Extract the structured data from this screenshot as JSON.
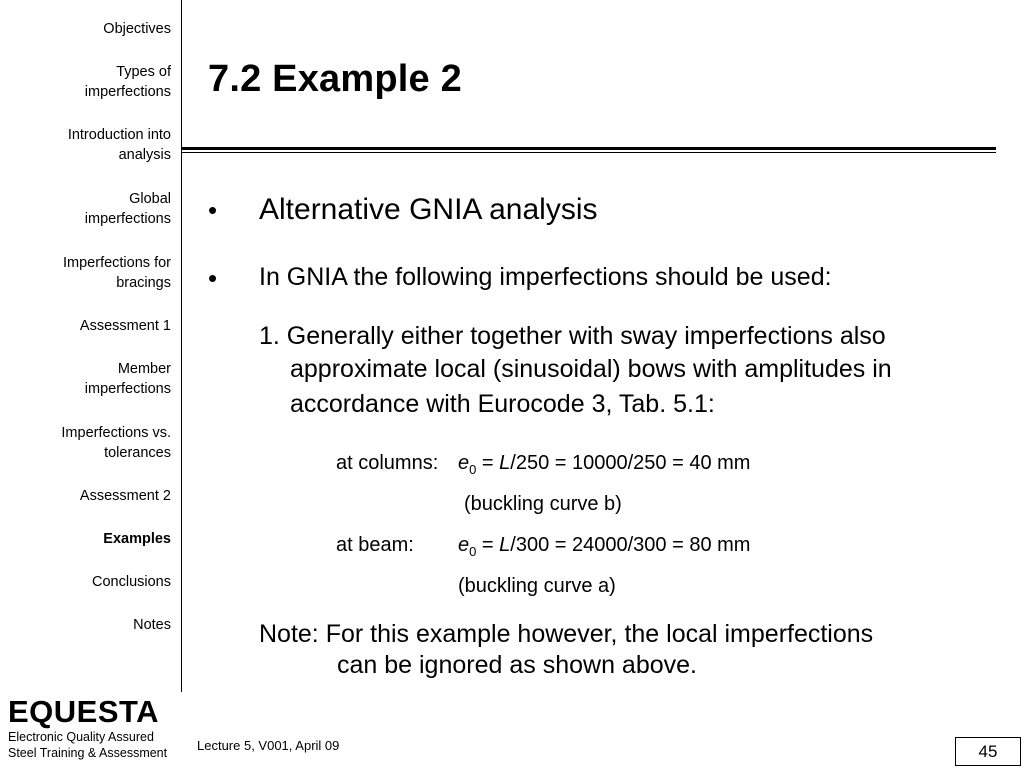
{
  "sidebar": {
    "items": [
      {
        "label_lines": [
          "Objectives"
        ]
      },
      {
        "label_lines": [
          "Types of",
          "imperfections"
        ]
      },
      {
        "label_lines": [
          "Introduction into",
          "analysis"
        ]
      },
      {
        "label_lines": [
          "Global",
          "imperfections"
        ]
      },
      {
        "label_lines": [
          "Imperfections for",
          "bracings"
        ]
      },
      {
        "label_lines": [
          "Assessment 1"
        ]
      },
      {
        "label_lines": [
          "Member",
          "imperfections"
        ]
      },
      {
        "label_lines": [
          "Imperfections vs.",
          "tolerances"
        ]
      },
      {
        "label_lines": [
          "Assessment 2"
        ]
      },
      {
        "label_lines": [
          "Examples"
        ]
      },
      {
        "label_lines": [
          "Conclusions"
        ]
      },
      {
        "label_lines": [
          "Notes"
        ]
      }
    ],
    "active": "Examples"
  },
  "slide": {
    "title": "7.2 Example 2",
    "bullet_char": "•",
    "bullet1": "Alternative GNIA analysis",
    "bullet2": "In GNIA the following imperfections should be used:",
    "list_line1": "1. Generally either together with sway imperfections also",
    "list_line2": "approximate local (sinusoidal) bows with amplitudes in",
    "list_line3": "accordance with  Eurocode 3, Tab. 5.1:",
    "columns_label": "at columns:",
    "columns_formula_var": "e",
    "columns_formula_sub": "0",
    "columns_formula_eq": " = ",
    "columns_formula_L": "L",
    "columns_formula_rest": "/250 = 10000/250 = 40 mm",
    "columns_curve": "(buckling curve b)",
    "beam_label": "at beam:",
    "beam_formula_var": "e",
    "beam_formula_sub": "0",
    "beam_formula_eq": " = ",
    "beam_formula_L": "L",
    "beam_formula_rest": "/300 = 24000/300 = 80 mm",
    "beam_curve": "(buckling curve a)",
    "note_line1": "Note: For this example however, the local imperfections",
    "note_line2": "can be ignored as shown above."
  },
  "logo": {
    "name": "EQUESTA",
    "sub1": "Electronic Quality Assured",
    "sub2": "Steel Training & Assessment"
  },
  "footer": {
    "lecture": "Lecture 5, V001, April 09",
    "page": "45"
  }
}
